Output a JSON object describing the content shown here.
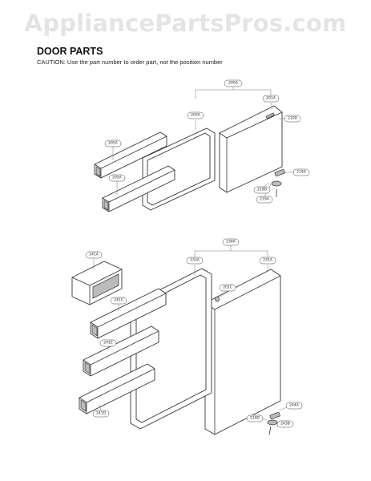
{
  "watermark": "AppliancePartsPros.com",
  "header": {
    "title": "DOOR PARTS",
    "caution": "CAUTION: Use the part number to order part, not the position number"
  },
  "labels": {
    "upper_assembly": "200A",
    "upper_gasket": "203A",
    "upper_door_panel": "201A",
    "upper_handle_mark": "210D",
    "upper_basket_top": "205A",
    "upper_basket_bottom": "205A",
    "upper_hinge": "219A",
    "upper_hinge_cap": "219D",
    "upper_hinge_screw": "219A",
    "lower_assembly": "230A",
    "lower_gasket": "233A",
    "lower_door_panel": "231A",
    "lower_door_cap": "201C",
    "dairy_bin": "241A",
    "lower_basket_1": "241C",
    "lower_basket_2": "241E",
    "lower_basket_3": "241D",
    "lower_hinge": "244A",
    "lower_hinge_cap": "219D",
    "lower_hinge_screw": "243B"
  }
}
